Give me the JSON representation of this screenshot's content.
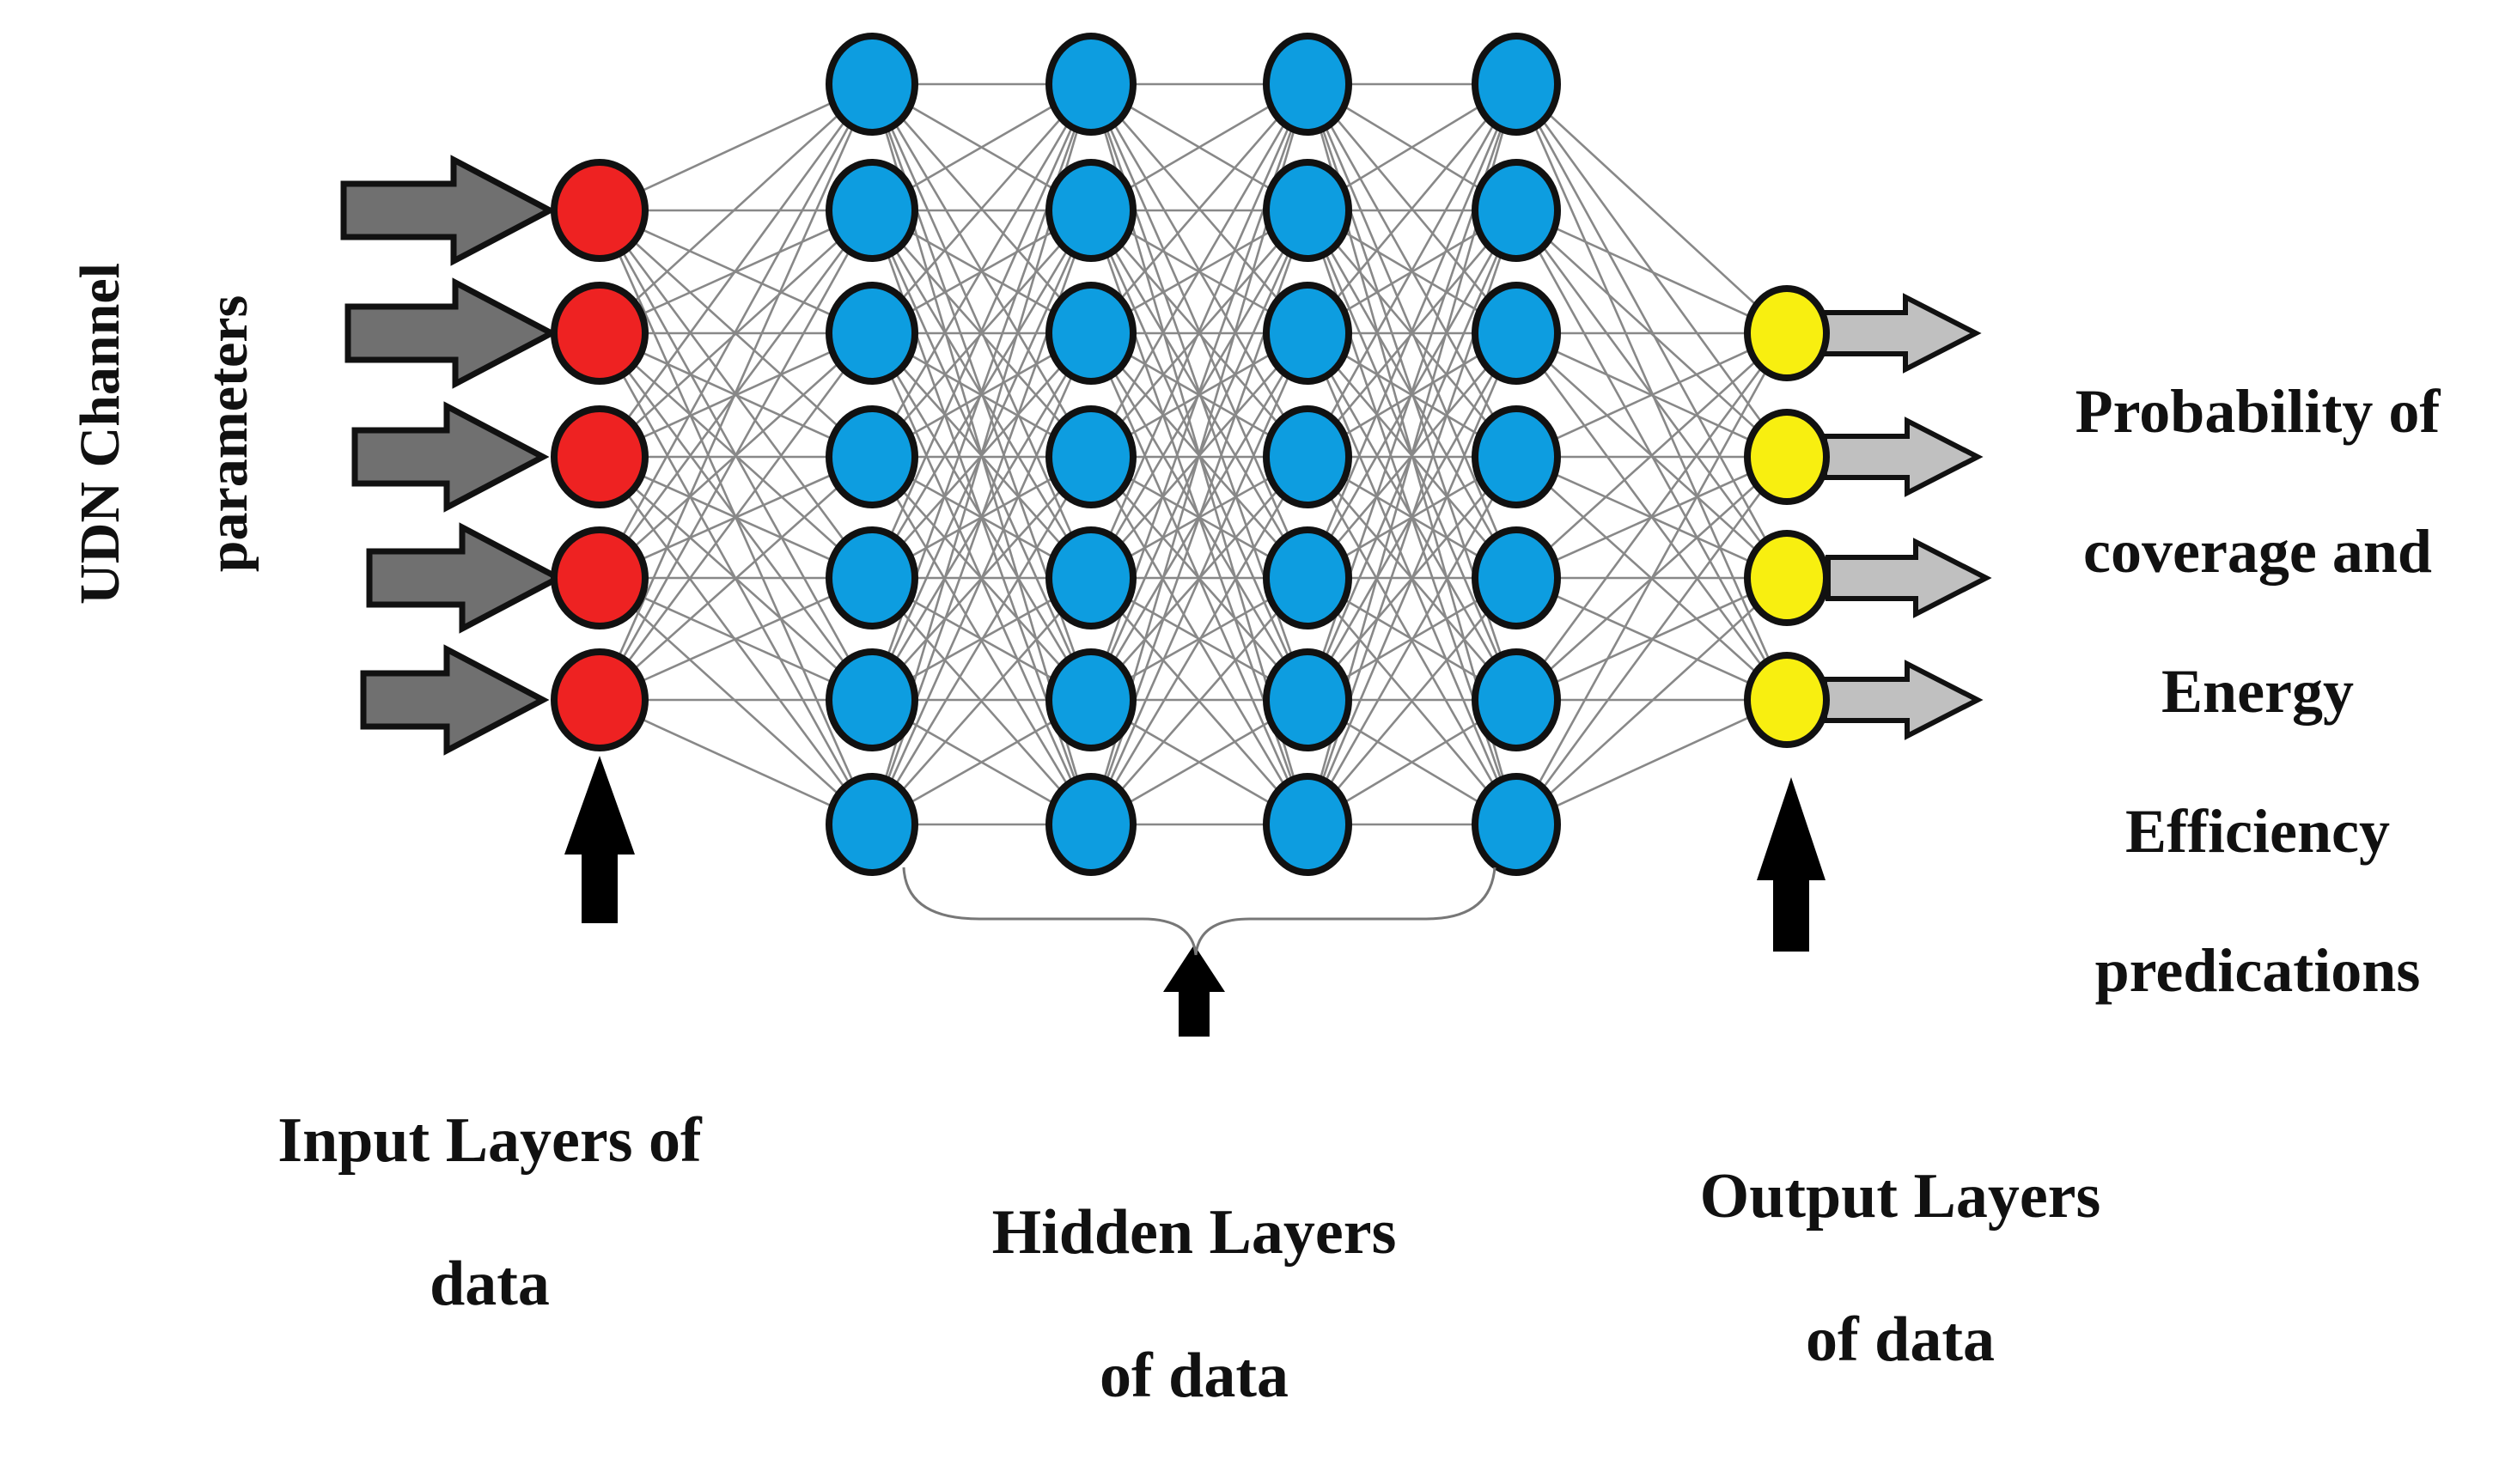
{
  "side_label": {
    "lines": [
      "UDN Channel",
      "parameters"
    ]
  },
  "output_title": {
    "lines": [
      "Probability of",
      "coverage and",
      "Energy",
      "Efficiency",
      "predications"
    ]
  },
  "captions": {
    "input": [
      "Input Layers of",
      "data"
    ],
    "hidden": [
      "Hidden Layers",
      "of data"
    ],
    "output": [
      "Output Layers",
      "of data"
    ]
  },
  "network": {
    "layers": [
      {
        "name": "input",
        "neurons": 5,
        "fill": "#ee2222"
      },
      {
        "name": "hidden-1",
        "neurons": 7,
        "fill": "#0d9de0"
      },
      {
        "name": "hidden-2",
        "neurons": 7,
        "fill": "#0d9de0"
      },
      {
        "name": "hidden-3",
        "neurons": 7,
        "fill": "#0d9de0"
      },
      {
        "name": "hidden-4",
        "neurons": 7,
        "fill": "#0d9de0"
      },
      {
        "name": "output",
        "neurons": 4,
        "fill": "#f8ef10"
      }
    ],
    "input_arrow_color": "#707070",
    "output_arrow_color": "#c0c0c0",
    "pointer_arrow_color": "#000000",
    "connection_color": "#888888"
  }
}
